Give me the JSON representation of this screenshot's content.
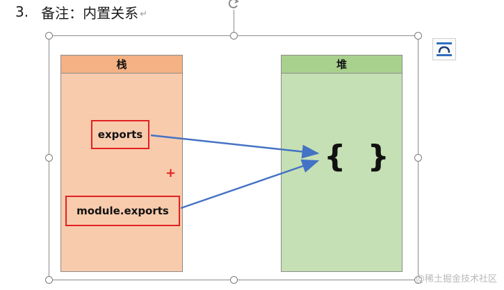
{
  "heading": {
    "number": "3.",
    "title": "备注：内置关系",
    "mark": "↵"
  },
  "diagram": {
    "stack_label": "栈",
    "heap_label": "堆",
    "exports_label": "exports",
    "module_exports_label": "module.exports",
    "plus": "+",
    "object_label": "{ }"
  },
  "watermark": "@稀土掘金技术社区",
  "colors": {
    "stack_fill": "#f8cbad",
    "stack_header": "#f4b183",
    "heap_fill": "#c5e0b4",
    "heap_header": "#a9d18e",
    "highlight_border": "#e02020",
    "arrow": "#4472c4"
  },
  "icons": {
    "rotate": "rotate-handle-icon",
    "layout": "layout-options-icon"
  }
}
